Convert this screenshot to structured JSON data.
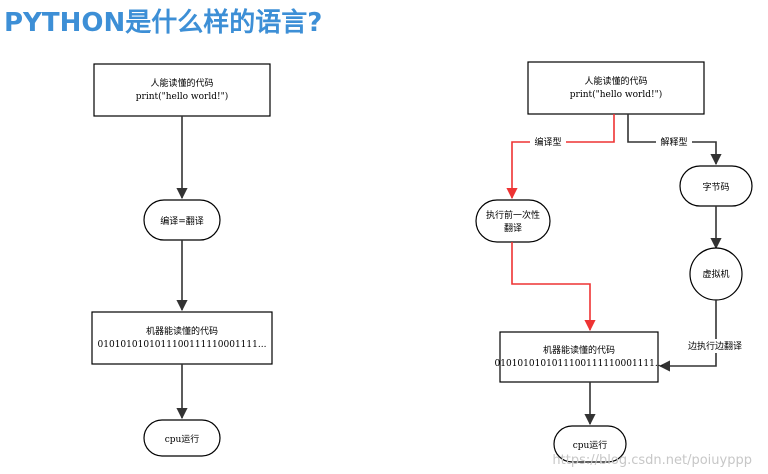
{
  "title": "PYTHON是什么样的语言?",
  "left_flow": {
    "top_box": {
      "line1": "人能读懂的代码",
      "line2": "print(\"hello world!\")"
    },
    "compile_node": "编译=翻译",
    "machine_box": {
      "line1": "机器能读懂的代码",
      "line2": "0101010101011100111110001111..."
    },
    "cpu_node": "cpu运行"
  },
  "right_flow": {
    "top_box": {
      "line1": "人能读懂的代码",
      "line2": "print(\"hello world!\")"
    },
    "compile_label": "编译型",
    "interpret_label": "解释型",
    "exec_once_node": {
      "line1": "执行前一次性",
      "line2": "翻译"
    },
    "bytecode_node": "字节码",
    "vm_node": "虚拟机",
    "exec_translate_label": "边执行边翻译",
    "machine_box": {
      "line1": "机器能读懂的代码",
      "line2": "0101010101011100111110001111..."
    },
    "cpu_node": "cpu运行"
  },
  "watermark": "https://blog.csdn.net/poiuyppp",
  "colors": {
    "title": "#3d8fd6",
    "compile_path": "#ee3333",
    "arrow": "#333333"
  }
}
